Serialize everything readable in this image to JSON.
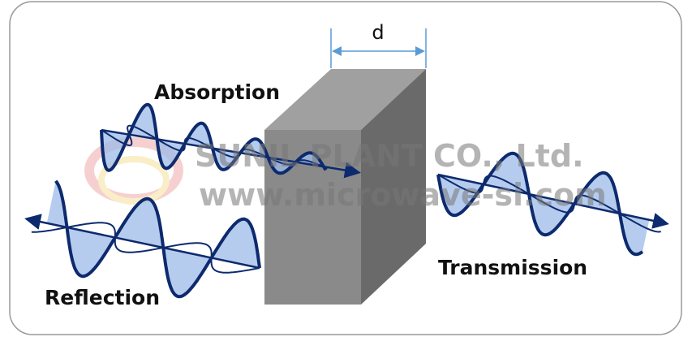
{
  "labels": {
    "absorption": "Absorption",
    "reflection": "Reflection",
    "transmission": "Transmission",
    "thickness": "d"
  },
  "watermark": {
    "line1": "SUNIL PLANT CO., Ltd.",
    "line2": "www.microwave-si.com"
  },
  "colors": {
    "wave_stroke": "#0d2a6e",
    "wave_fill": "#9dbbe8",
    "dimension": "#5b9bd5",
    "block_front": "#8a8a8a",
    "block_top": "#a0a0a0",
    "block_side": "#6a6a6a"
  }
}
